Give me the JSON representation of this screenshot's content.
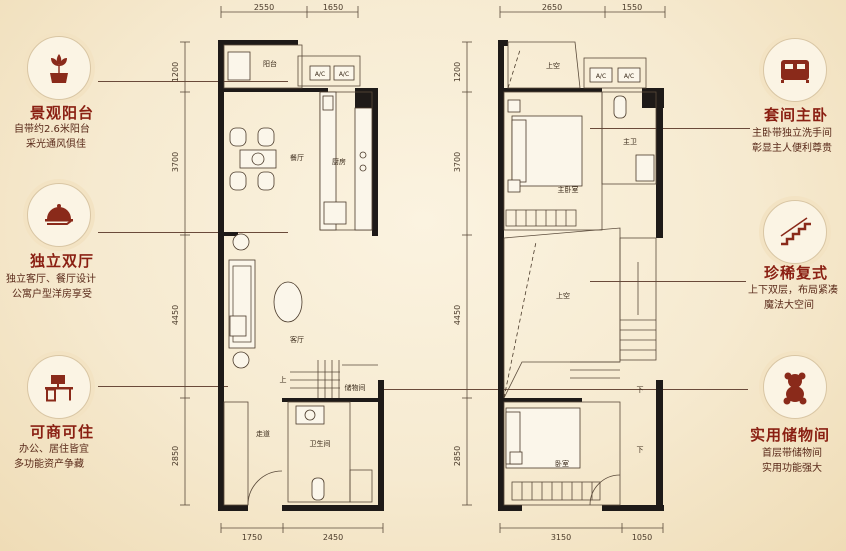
{
  "features_left": [
    {
      "id": "balcony",
      "title": "景观阳台",
      "desc": [
        "自带约2.6米阳台",
        "采光通风俱佳"
      ],
      "icon": "flower-pot-icon"
    },
    {
      "id": "living",
      "title": "独立双厅",
      "desc": [
        "独立客厅、餐厅设计",
        "公寓户型洋房享受"
      ],
      "icon": "serving-dish-icon"
    },
    {
      "id": "commercial",
      "title": "可商可住",
      "desc": [
        "办公、居住皆宜",
        "多功能资产争藏"
      ],
      "icon": "office-desk-icon"
    }
  ],
  "features_right": [
    {
      "id": "suite",
      "title": "套间主卧",
      "desc": [
        "主卧带独立洗手间",
        "彰显主人便利尊贵"
      ],
      "icon": "bed-icon"
    },
    {
      "id": "duplex",
      "title": "珍稀复式",
      "desc": [
        "上下双层，布局紧凑",
        "魔法大空间"
      ],
      "icon": "staircase-icon"
    },
    {
      "id": "storage",
      "title": "实用储物间",
      "desc": [
        "首层带储物间",
        "实用功能强大"
      ],
      "icon": "teddy-bear-icon"
    }
  ],
  "ground_floor": {
    "dims_top": [
      "2550",
      "1650"
    ],
    "dims_left": [
      "1200",
      "3700",
      "4450",
      "2850"
    ],
    "dims_bottom": [
      "1750",
      "2450"
    ],
    "rooms": {
      "balcony": "阳台",
      "dining": "餐厅",
      "kitchen": "厨房",
      "living": "客厅",
      "storage": "储物间",
      "corridor": "走道",
      "bathroom": "卫生间",
      "up": "上"
    },
    "ac": [
      "A/C",
      "A/C"
    ]
  },
  "upper_floor": {
    "dims_top": [
      "2650",
      "1550"
    ],
    "dims_left": [
      "1200",
      "3700",
      "4450",
      "2850"
    ],
    "dims_bottom": [
      "3150",
      "1050"
    ],
    "rooms": {
      "void_top": "上空",
      "master_bath": "主卫",
      "master_bedroom": "主卧室",
      "void_mid": "上空",
      "bedroom": "卧室",
      "down1": "下",
      "down2": "下"
    },
    "ac": [
      "A/C",
      "A/C"
    ]
  }
}
